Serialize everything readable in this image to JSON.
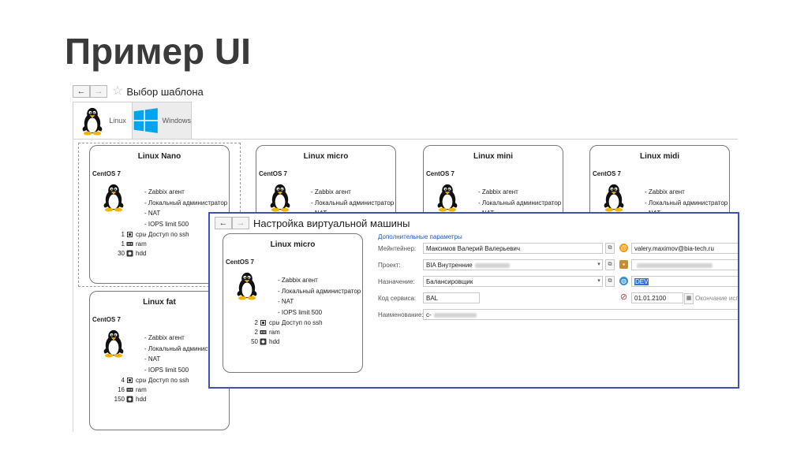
{
  "slide": {
    "title": "Пример UI"
  },
  "window": {
    "title": "Выбор шаблона",
    "back_icon": "←",
    "forward_icon": "→",
    "star_icon": "☆"
  },
  "tabs": [
    {
      "label": "Linux",
      "icon": "linux-penguin-icon",
      "active": true
    },
    {
      "label": "Windows",
      "icon": "windows-logo-icon",
      "active": false
    }
  ],
  "features": [
    "- Zabbix агент",
    "- Локальный администратор",
    "- NAT",
    "- IOPS limit 500",
    "- Доступ по ssh"
  ],
  "cards": [
    {
      "title": "Linux Nano",
      "os": "CentOS 7",
      "cpu": "1",
      "ram": "1",
      "hdd": "30",
      "cpu_label": "cpu",
      "ram_label": "ram",
      "hdd_label": "hdd"
    },
    {
      "title": "Linux micro",
      "os": "CentOS 7"
    },
    {
      "title": "Linux mini",
      "os": "CentOS 7"
    },
    {
      "title": "Linux midi",
      "os": "CentOS 7"
    },
    {
      "title": "Linux fat",
      "os": "CentOS 7",
      "cpu": "4",
      "ram": "16",
      "hdd": "150",
      "cpu_label": "cpu",
      "ram_label": "ram",
      "hdd_label": "hdd"
    }
  ],
  "dialog": {
    "title": "Настройка виртуальной машины",
    "card": {
      "title": "Linux micro",
      "os": "CentOS 7",
      "cpu": "2",
      "ram": "2",
      "hdd": "50",
      "cpu_label": "cpu",
      "ram_label": "ram",
      "hdd_label": "hdd"
    },
    "section_link": "Дополнительные параметры",
    "labels": {
      "maintainer": "Мейнтейнер:",
      "project": "Проект:",
      "purpose": "Назначение:",
      "service_code": "Код сервиса:",
      "name": "Наименование:"
    },
    "values": {
      "maintainer": "Максимов Валерий Валерьевич",
      "email": "valery.maximov@bia-tech.ru",
      "project": "BIA Внутренние",
      "purpose": "Балансировщик",
      "environment": "DEV",
      "service_code": "BAL",
      "date": "01.01.2100",
      "name": "c-"
    },
    "end_label": "Окончание исп"
  },
  "colors": {
    "accent": "#3f51b5",
    "link": "#1e5bbf",
    "highlight": "#3b6fd8",
    "windows_blue": "#00a4ef"
  }
}
